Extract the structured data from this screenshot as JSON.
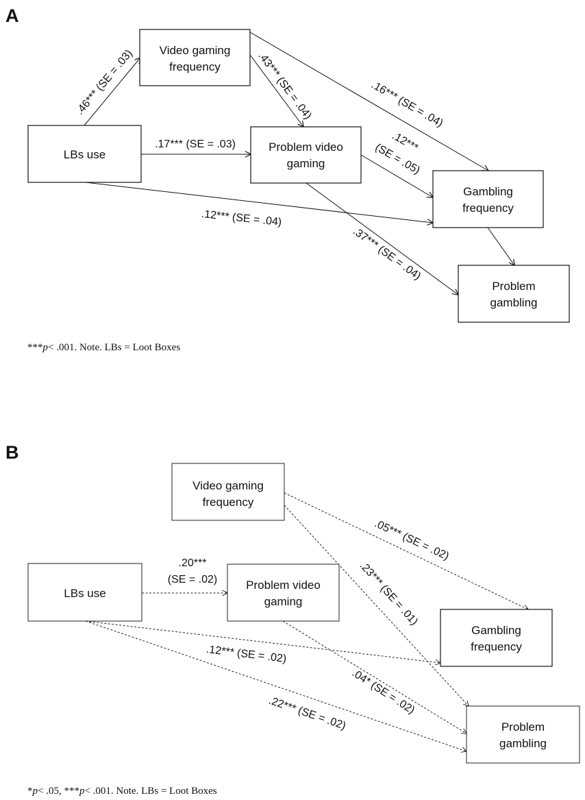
{
  "panel_a": {
    "letter": "A",
    "nodes": {
      "vgf": [
        "Video gaming",
        "frequency"
      ],
      "lbs": [
        "LBs use"
      ],
      "pvg": [
        "Problem video",
        "gaming"
      ],
      "gf": [
        "Gambling",
        "frequency"
      ],
      "pg": [
        "Problem",
        "gambling"
      ]
    },
    "paths": {
      "lbs_vgf": ".46*** (SE = .03)",
      "vgf_pvg": ".43*** (SE = .04)",
      "vgf_gf": ".16*** (SE = .04)",
      "lbs_pvg": ".17*** (SE = .03)",
      "pvg_gf": [
        ".12***",
        "(SE = .05)"
      ],
      "lbs_gf": ".12*** (SE = .04)",
      "pvg_pg": ".37*** (SE = .04)"
    },
    "note": {
      "stars": "***",
      "p": "p",
      "rest": "< .001. Note. LBs = Loot Boxes"
    }
  },
  "panel_b": {
    "letter": "B",
    "nodes": {
      "vgf": [
        "Video gaming",
        "frequency"
      ],
      "lbs": [
        "LBs use"
      ],
      "pvg": [
        "Problem video",
        "gaming"
      ],
      "gf": [
        "Gambling",
        "frequency"
      ],
      "pg": [
        "Problem",
        "gambling"
      ]
    },
    "paths": {
      "vgf_gf": ".05*** (SE = .02)",
      "vgf_pg": ".23*** (SE = .01)",
      "lbs_pvg": [
        ".20***",
        "(SE = .02)"
      ],
      "lbs_gf": ".12*** (SE = .02)",
      "pvg_pg": ".04* (SE = .02)",
      "lbs_pg": ".22*** (SE = .02)"
    },
    "note": {
      "star1": "*",
      "p1": "p",
      "mid": "< .05, ",
      "star2": "***",
      "p2": "p",
      "rest": "< .001. Note. LBs = Loot Boxes"
    }
  }
}
